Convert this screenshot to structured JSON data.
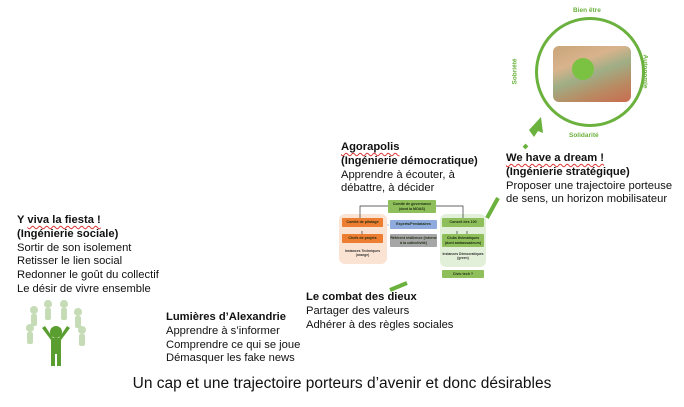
{
  "footer": "Un cap et une trajectoire porteurs d’avenir et donc désirables",
  "circle": {
    "top_label": "Bien être",
    "right_label": "Autonomie",
    "bottom_label": "Solidarité",
    "left_label": "Sobriété",
    "accent_color": "#6bb13d"
  },
  "steps": {
    "fiesta": {
      "title": "Y viva la fiesta !",
      "subtitle": "(Ingénierie sociale)",
      "lines": [
        "Sortir de son isolement",
        "Retisser le lien social",
        "Redonner le goût du collectif",
        "Le désir de vivre ensemble"
      ]
    },
    "lumieres": {
      "title": "Lumières d’Alexandrie",
      "lines": [
        "Apprendre à s’informer",
        "Comprendre ce qui se joue",
        "Démasquer les fake news"
      ]
    },
    "combat": {
      "title": "Le combat des dieux",
      "lines": [
        "Partager des valeurs",
        "Adhérer à des règles sociales"
      ]
    },
    "agorapolis": {
      "title": "Agorapolis",
      "subtitle": "(Ingénierie démocratique)",
      "lines": [
        "Apprendre à écouter, à",
        "débattre, à décider"
      ]
    },
    "dream": {
      "title": "We have a dream !",
      "subtitle": "(Ingénierie stratégique)",
      "lines": [
        "Proposer une trajectoire porteuse",
        "de sens, un horizon mobilisateur"
      ]
    }
  },
  "org_chart": {
    "governance": "Comité de governance (dont la MOAS)",
    "pilotage": "Comité de pilotage",
    "projets": "Chefs de projets",
    "experts": "Experts/Prestataires",
    "referent": "Référent résilience (interne à la collectivité)",
    "conseil": "Conseil des 100",
    "clubs": "Clubs thématiques (dont ambassadeurs)",
    "techniques": "Instances Techniques (orange)",
    "democratiques": "Instances Démocratiques (green)",
    "civic": "Civic tech ?"
  }
}
